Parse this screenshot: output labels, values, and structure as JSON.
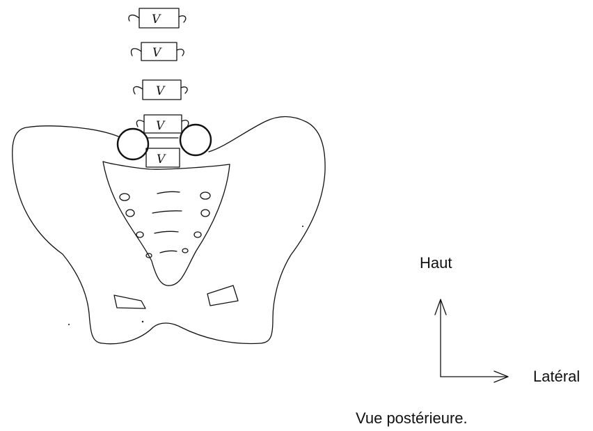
{
  "diagram": {
    "vertebra_labels": [
      "V",
      "V",
      "V",
      "V",
      "V"
    ],
    "orientation": {
      "up_label": "Haut",
      "lateral_label": "Latéral"
    },
    "caption": "Vue postérieure."
  }
}
